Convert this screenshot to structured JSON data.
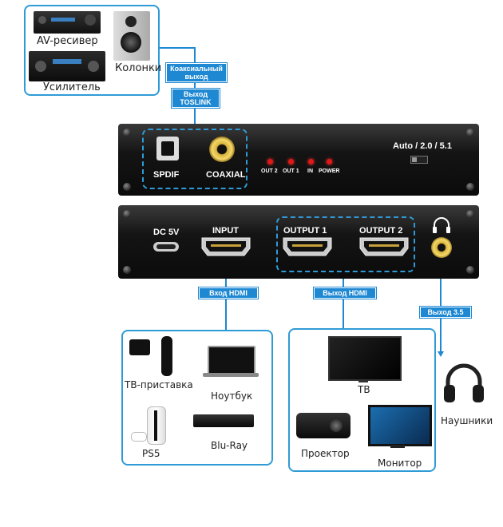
{
  "top_group": {
    "av_receiver": "AV-ресивер",
    "speakers": "Колонки",
    "amplifier": "Усилитель"
  },
  "tags": {
    "coaxial_out": "Коаксиальный выход",
    "toslink_out_line1": "Выход",
    "toslink_out_line2": "TOSLINK",
    "hdmi_in": "Вход HDMI",
    "hdmi_out": "Выход HDMI",
    "out_35": "Выход 3.5"
  },
  "front_panel": {
    "spdif": "SPDIF",
    "coaxial": "COAXIAL",
    "leds": [
      "OUT 2",
      "OUT 1",
      "IN",
      "POWER"
    ],
    "mode": "Auto / 2.0 / 5.1"
  },
  "back_panel": {
    "dc": "DC 5V",
    "input": "INPUT",
    "output1": "OUTPUT 1",
    "output2": "OUTPUT 2"
  },
  "source_group": {
    "tv_box": "ТВ-приставка",
    "laptop": "Ноутбук",
    "ps5": "PS5",
    "bluray": "Blu-Ray"
  },
  "display_group": {
    "tv": "ТВ",
    "projector": "Проектор",
    "monitor": "Монитор"
  },
  "headphones": "Наушники",
  "colors": {
    "accent": "#2f9bd6",
    "tag": "#1e88d2",
    "led": "#e01818"
  }
}
